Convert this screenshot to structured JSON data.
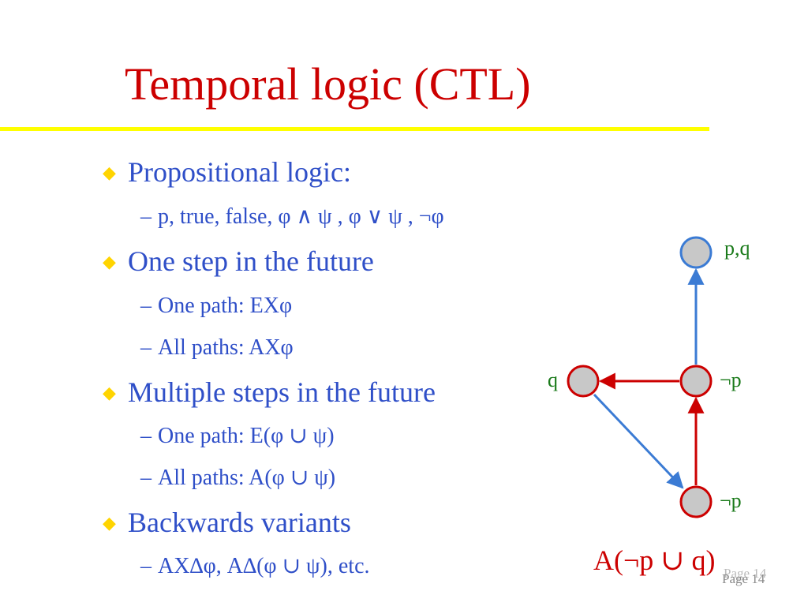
{
  "title": "Temporal logic (CTL)",
  "bullets": [
    {
      "label": "Propositional logic:",
      "subs": [
        "p, true, false, φ ∧ ψ , φ ∨ ψ , ¬φ"
      ]
    },
    {
      "label": "One step in the future",
      "subs": [
        "One path: EXφ",
        "All paths: AXφ"
      ]
    },
    {
      "label": "Multiple steps in the future",
      "subs": [
        "One path: E(φ ∪ ψ)",
        "All paths: A(φ ∪ ψ)"
      ]
    },
    {
      "label": "Backwards variants",
      "subs": [
        "AX∆φ, A∆(φ ∪ ψ), etc."
      ]
    }
  ],
  "diagram": {
    "nodes": [
      {
        "id": "top",
        "label": "p,q",
        "border": "#3b7bd4"
      },
      {
        "id": "middle",
        "label": "¬p",
        "border": "#cc0000"
      },
      {
        "id": "left",
        "label": "q",
        "border": "#cc0000"
      },
      {
        "id": "bottom",
        "label": "¬p",
        "border": "#cc0000"
      }
    ],
    "edges": [
      {
        "from": "middle",
        "to": "top",
        "color": "#3b7bd4"
      },
      {
        "from": "middle",
        "to": "left",
        "color": "#cc0000"
      },
      {
        "from": "left",
        "to": "bottom",
        "color": "#3b7bd4"
      },
      {
        "from": "bottom",
        "to": "middle",
        "color": "#cc0000"
      }
    ],
    "formula": "A(¬p ∪ q)"
  },
  "footer": {
    "page_label": "Page 14"
  },
  "colors": {
    "title": "#cc0000",
    "body_text": "#2f4fc8",
    "bullet_marker": "#ffd400",
    "title_rule": "#ffff00",
    "node_fill": "#c8c8c8",
    "node_label": "#1a7a1a"
  }
}
